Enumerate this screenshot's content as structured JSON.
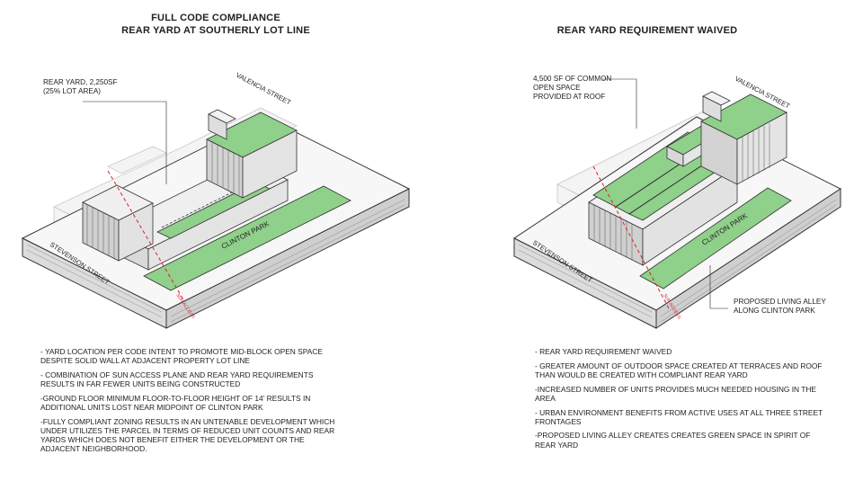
{
  "left_panel": {
    "title_line1": "FULL CODE COMPLIANCE",
    "title_line2": "REAR YARD AT SOUTHERLY LOT LINE",
    "callout_line1": "REAR YARD, 2,250SF",
    "callout_line2": "(25% LOT AREA)",
    "street_valencia": "VALENCIA STREET",
    "street_stevenson": "STEVENSON STREET",
    "park_label": "CLINTON PARK",
    "sun_plane_label": "SUN ACCESS",
    "notes": [
      "- YARD LOCATION PER CODE INTENT TO PROMOTE MID-BLOCK OPEN SPACE DESPITE SOLID WALL AT ADJACENT PROPERTY LOT LINE",
      "- COMBINATION OF SUN ACCESS PLANE AND REAR YARD REQUIREMENTS RESULTS IN FAR FEWER UNITS BEING CONSTRUCTED",
      "-GROUND FLOOR MINIMUM FLOOR-TO-FLOOR HEIGHT OF 14' RESULTS IN ADDITIONAL UNITS LOST NEAR MIDPOINT OF CLINTON PARK",
      "-FULLY COMPLIANT ZONING RESULTS IN AN UNTENABLE DEVELOPMENT WHICH UNDER UTILIZES THE PARCEL IN TERMS OF REDUCED UNIT COUNTS AND REAR YARDS WHICH DOES NOT BENEFIT EITHER THE DEVELOPMENT OR THE ADJACENT NEIGHBORHOOD."
    ]
  },
  "right_panel": {
    "title": "REAR YARD REQUIREMENT WAIVED",
    "callout_line1": "4,500 SF OF COMMON",
    "callout_line2": "OPEN SPACE",
    "callout_line3": "PROVIDED AT ROOF",
    "alley_line1": "PROPOSED LIVING ALLEY",
    "alley_line2": "ALONG CLINTON PARK",
    "street_valencia": "VALENCIA STREET",
    "street_stevenson": "STEVENSON STREET",
    "park_label": "CLINTON PARK",
    "sun_plane_label": "SUN ACCESS",
    "notes": [
      "- REAR YARD REQUIREMENT WAIVED",
      "- GREATER AMOUNT OF OUTDOOR SPACE CREATED AT TERRACES AND ROOF THAN WOULD BE CREATED WITH COMPLIANT REAR YARD",
      "-INCREASED NUMBER OF UNITS PROVIDES MUCH NEEDED HOUSING IN THE AREA",
      "- URBAN ENVIRONMENT BENEFITS FROM ACTIVE USES AT ALL THREE STREET FRONTAGES",
      "-PROPOSED LIVING ALLEY CREATES CREATES GREEN SPACE IN SPIRIT OF REAR YARD"
    ]
  },
  "colors": {
    "green": "#8fd08a",
    "green_dark": "#6bb466",
    "building": "#e8e8e8",
    "sun_line": "#e0202a"
  }
}
